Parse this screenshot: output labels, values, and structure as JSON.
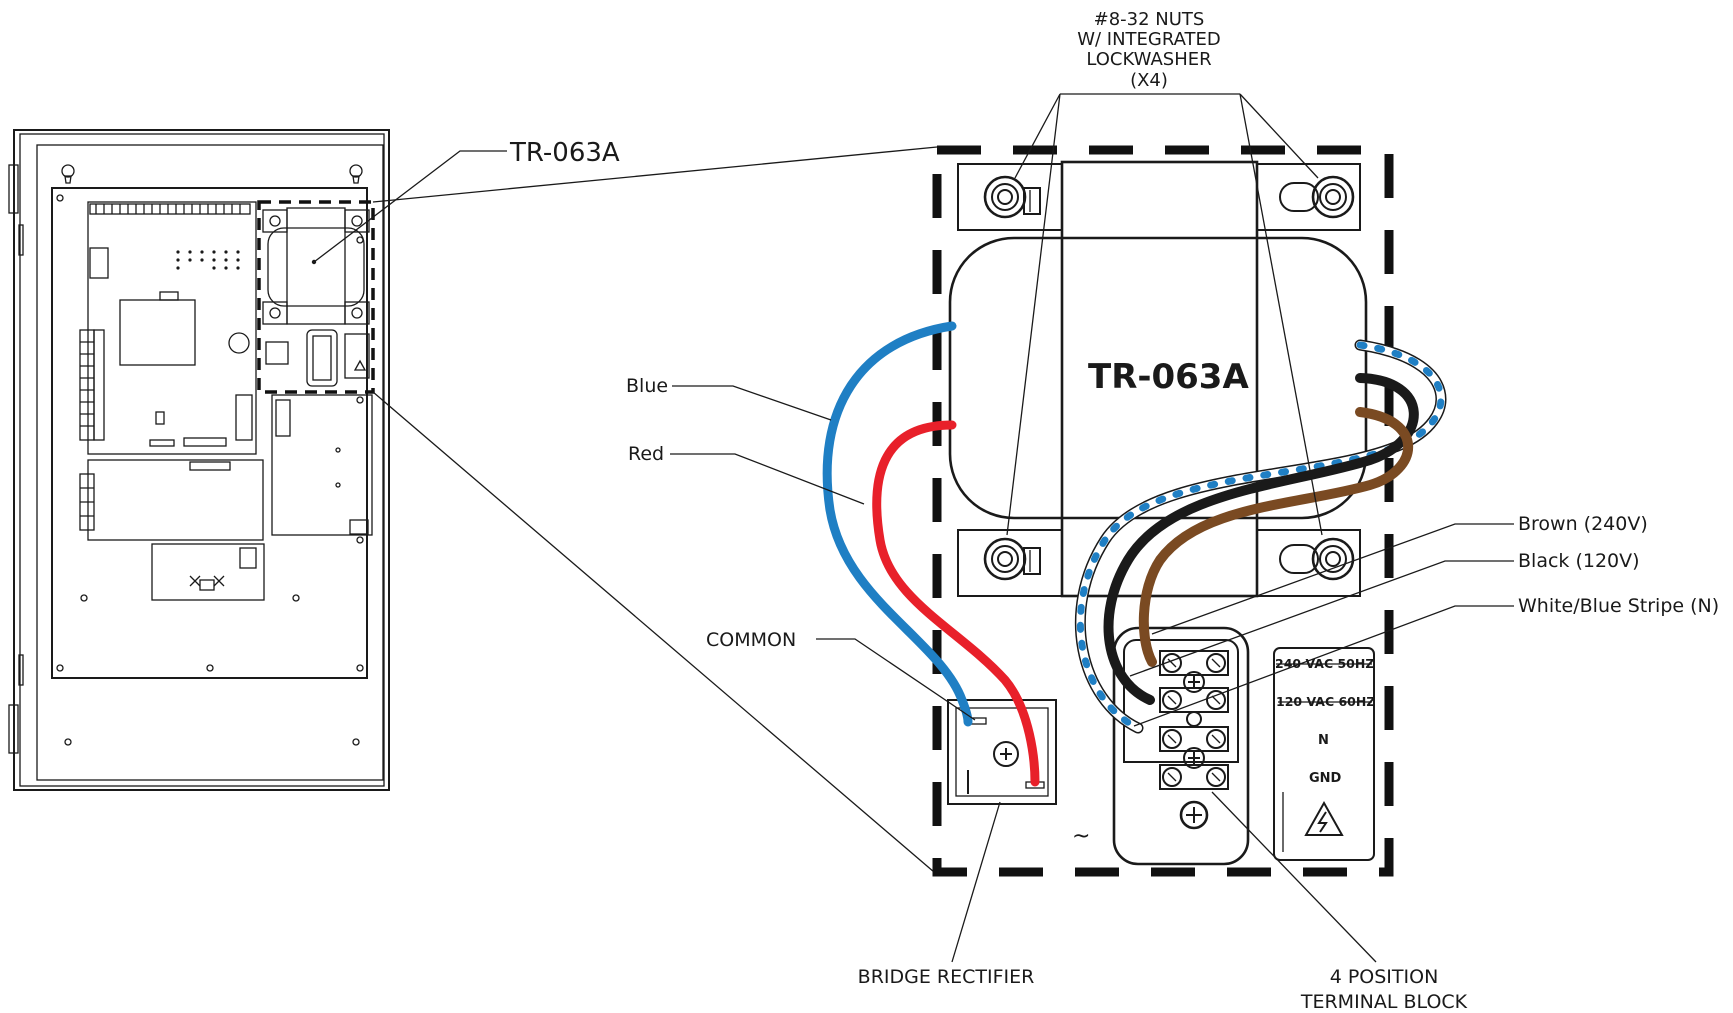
{
  "callouts": {
    "nuts_line1": "#8-32 NUTS",
    "nuts_line2": "W/ INTEGRATED",
    "nuts_line3": "LOCKWASHER",
    "nuts_line4": "(X4)",
    "cabinet_tag": "TR-063A",
    "transformer_label": "TR-063A",
    "blue": "Blue",
    "red": "Red",
    "brown": "Brown (240V)",
    "black": "Black (120V)",
    "white_blue": "White/Blue Stripe (N)",
    "common": "COMMON",
    "bridge_rectifier": "BRIDGE RECTIFIER",
    "terminal_block_line1": "4 POSITION",
    "terminal_block_line2": "TERMINAL BLOCK",
    "ac_symbol": "~"
  },
  "terminal_labels": {
    "row1": "240 VAC 50HZ",
    "row2": "120 VAC 60HZ",
    "row3": "N",
    "row4": "GND"
  },
  "colors": {
    "wire_blue": "#1f7fc4",
    "wire_red": "#e8202a",
    "wire_brown": "#7a4a22",
    "wire_black": "#1a1a1a",
    "stripe_blue": "#1f7fc4",
    "outline": "#1a1a1a"
  },
  "icons": {
    "warning": "high-voltage-warning-icon",
    "screw": "phillips-screw-icon",
    "keyhole": "keyhole-mount-icon"
  }
}
